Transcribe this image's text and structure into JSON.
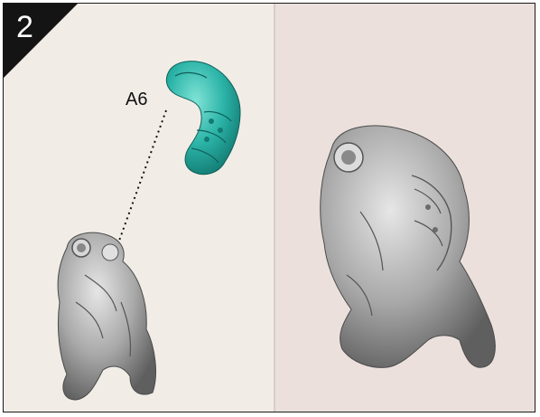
{
  "step": {
    "number": "2"
  },
  "callout": {
    "part_label": "A6"
  },
  "colors": {
    "highlight_part": "#2bb3a7",
    "model_gray": "#9a9a9a",
    "left_bg": "#f1ede6",
    "right_bg": "#ebe0dc",
    "badge": "#141414"
  },
  "icons": {
    "arm_part": "teal-arm-piece",
    "torso_left": "gray-torso-assembly",
    "torso_right": "gray-torso-assembled"
  }
}
